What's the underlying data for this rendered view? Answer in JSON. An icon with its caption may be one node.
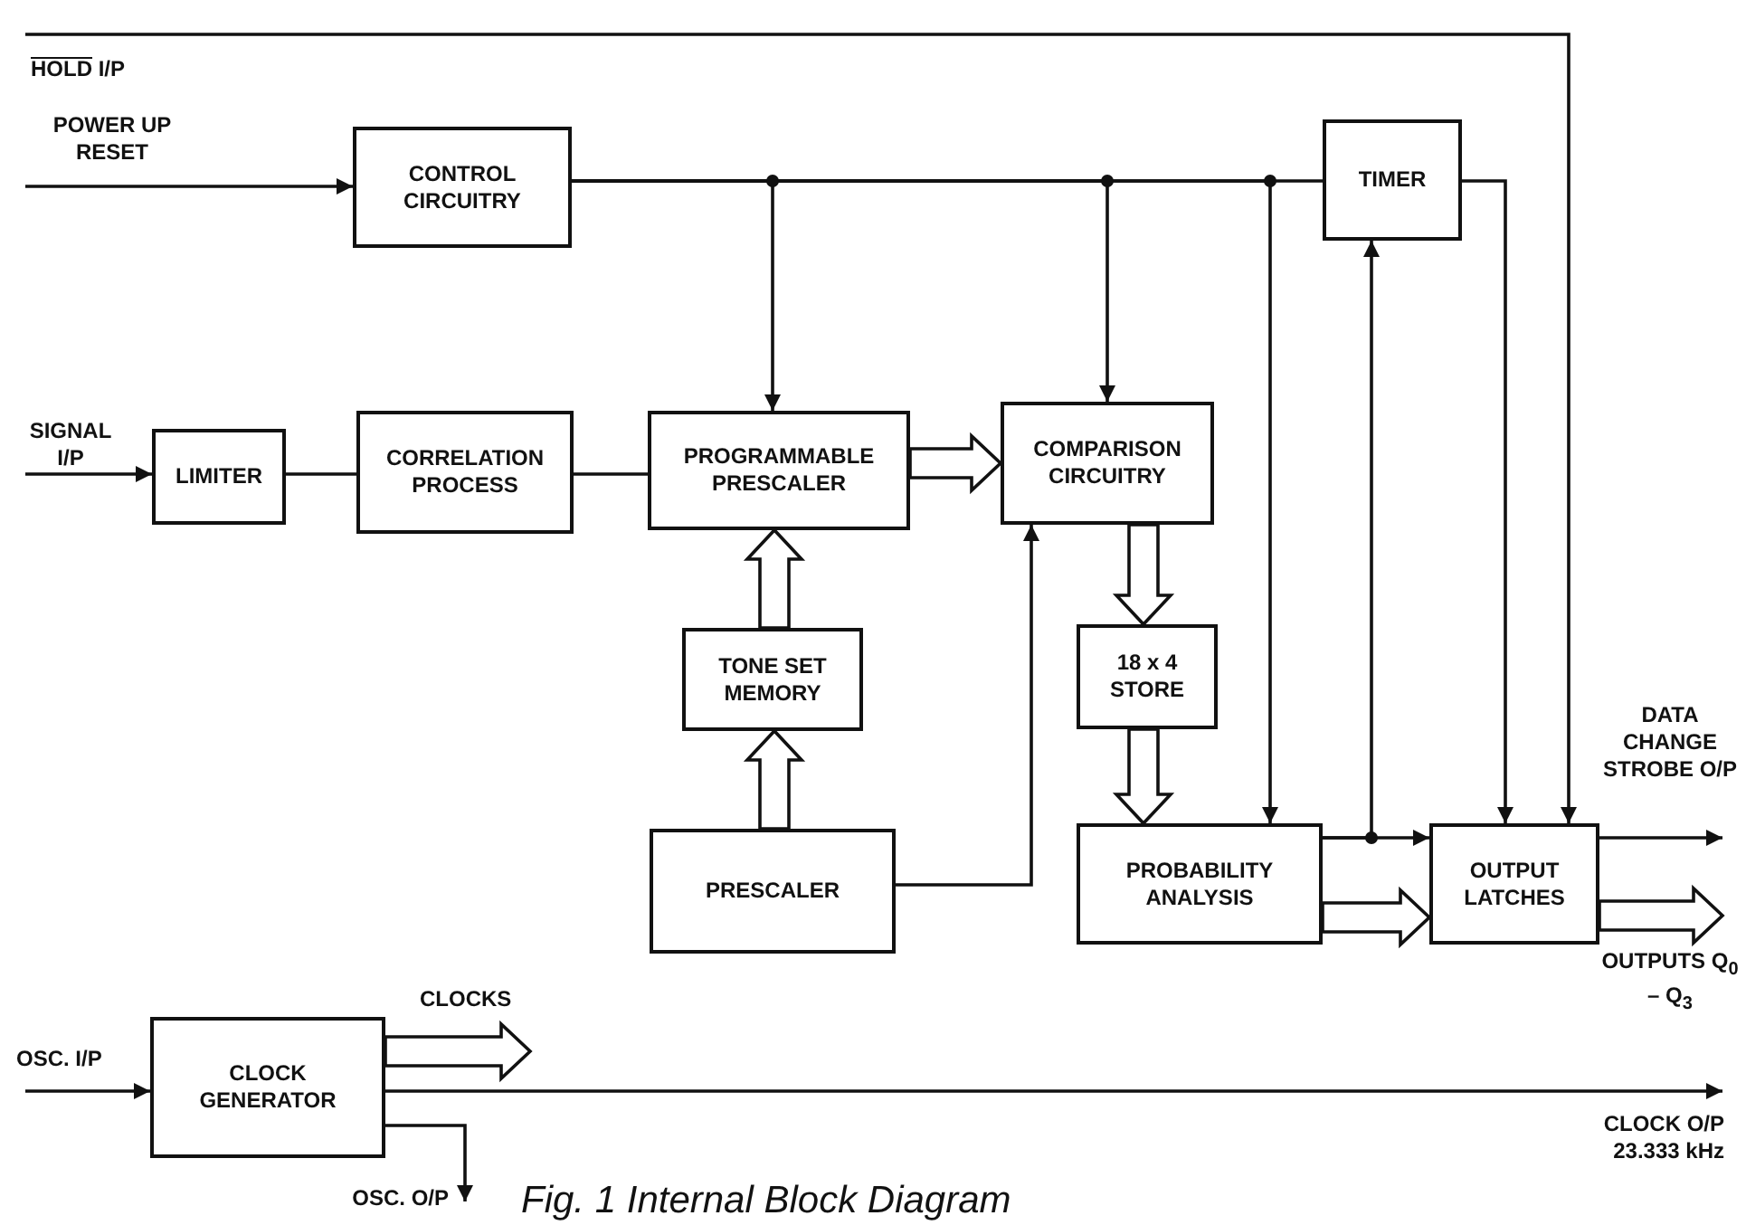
{
  "diagram": {
    "caption": "Fig. 1 Internal Block Diagram",
    "nodes": [
      {
        "text": [
          "CONTROL CIRCUITRY"
        ]
      },
      {
        "text": [
          "TIMER"
        ]
      },
      {
        "text": [
          "LIMITER"
        ]
      },
      {
        "text": [
          "CORRELATION PROCESS"
        ]
      },
      {
        "text": [
          "PROGRAMMABLE PRESCALER"
        ]
      },
      {
        "text": [
          "COMPARISON CIRCUITRY"
        ]
      },
      {
        "text": [
          "TONE SET MEMORY"
        ]
      },
      {
        "text": [
          "18 x 4 STORE"
        ]
      },
      {
        "text": [
          "PRESCALER"
        ]
      },
      {
        "text": [
          "PROBABILITY ANALYSIS"
        ]
      },
      {
        "text": [
          "OUTPUT LATCHES"
        ]
      },
      {
        "text": [
          "CLOCK GENERATOR"
        ]
      }
    ],
    "edges": [
      {
        "from": null,
        "to": 10,
        "arrow": "to",
        "label": "HOLD I/P"
      },
      {
        "from": null,
        "to": 0,
        "arrow": "to",
        "label": "POWER UP RESET"
      },
      {
        "from": 0,
        "to": 4,
        "arrow": "to"
      },
      {
        "from": 0,
        "to": 5,
        "arrow": "to"
      },
      {
        "from": 0,
        "to": 9,
        "arrow": "to"
      },
      {
        "from": 0,
        "to": 1,
        "arrow": "none"
      },
      {
        "from": 1,
        "to": 10,
        "arrow": "to"
      },
      {
        "from": 9,
        "to": 1,
        "arrow": "to"
      },
      {
        "from": 9,
        "to": 10,
        "arrow": "to"
      },
      {
        "from": 9,
        "to": 10,
        "arrow": "to",
        "style": "thick"
      },
      {
        "from": null,
        "to": 2,
        "arrow": "to",
        "label": "SIGNAL I/P"
      },
      {
        "from": 2,
        "to": 3,
        "arrow": "none"
      },
      {
        "from": 3,
        "to": 4,
        "arrow": "none"
      },
      {
        "from": 4,
        "to": 5,
        "arrow": "to",
        "style": "thick"
      },
      {
        "from": 6,
        "to": 4,
        "arrow": "to",
        "style": "thick"
      },
      {
        "from": 8,
        "to": 6,
        "arrow": "to",
        "style": "thick"
      },
      {
        "from": 8,
        "to": 5,
        "arrow": "to"
      },
      {
        "from": 5,
        "to": 7,
        "arrow": "to",
        "style": "thick"
      },
      {
        "from": 7,
        "to": 9,
        "arrow": "to",
        "style": "thick"
      },
      {
        "from": 10,
        "to": null,
        "arrow": "to",
        "label": "DATA CHANGE STROBE O/P"
      },
      {
        "from": 10,
        "to": null,
        "arrow": "to",
        "style": "thick",
        "label": "OUTPUTS Q$_{0}$ – Q$_{3}$"
      },
      {
        "from": null,
        "to": 11,
        "arrow": "to",
        "label": "OSC. I/P"
      },
      {
        "from": 11,
        "to": null,
        "arrow": "to",
        "style": "thick",
        "label": "CLOCKS"
      },
      {
        "from": 11,
        "to": null,
        "arrow": "to",
        "label": "CLOCK O/P 23.333 kHz"
      },
      {
        "from": 11,
        "to": null,
        "arrow": "to",
        "label": "OSC. O/P"
      }
    ]
  }
}
